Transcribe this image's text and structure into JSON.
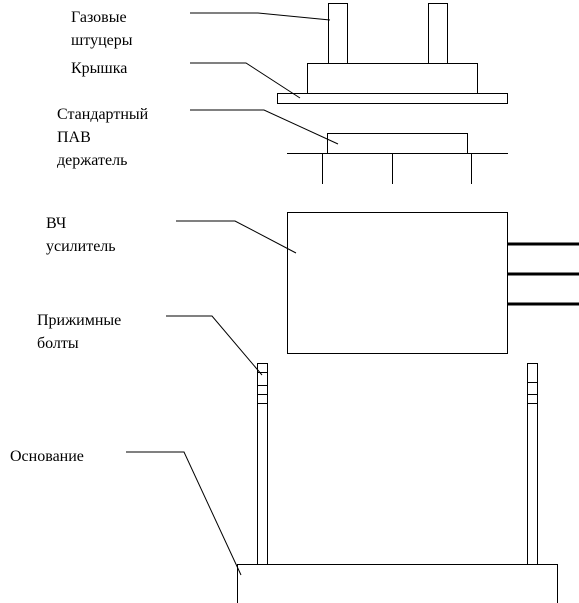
{
  "labels": {
    "gas_fittings": [
      "Газовые",
      "штуцеры"
    ],
    "lid": [
      "Крышка"
    ],
    "saw_holder": [
      "Стандартный",
      "ПАВ",
      "держатель"
    ],
    "rf_amplifier": [
      "ВЧ",
      "усилитель"
    ],
    "clamping_bolts": [
      "Прижимные",
      "болты"
    ],
    "base": [
      "Основание"
    ]
  }
}
